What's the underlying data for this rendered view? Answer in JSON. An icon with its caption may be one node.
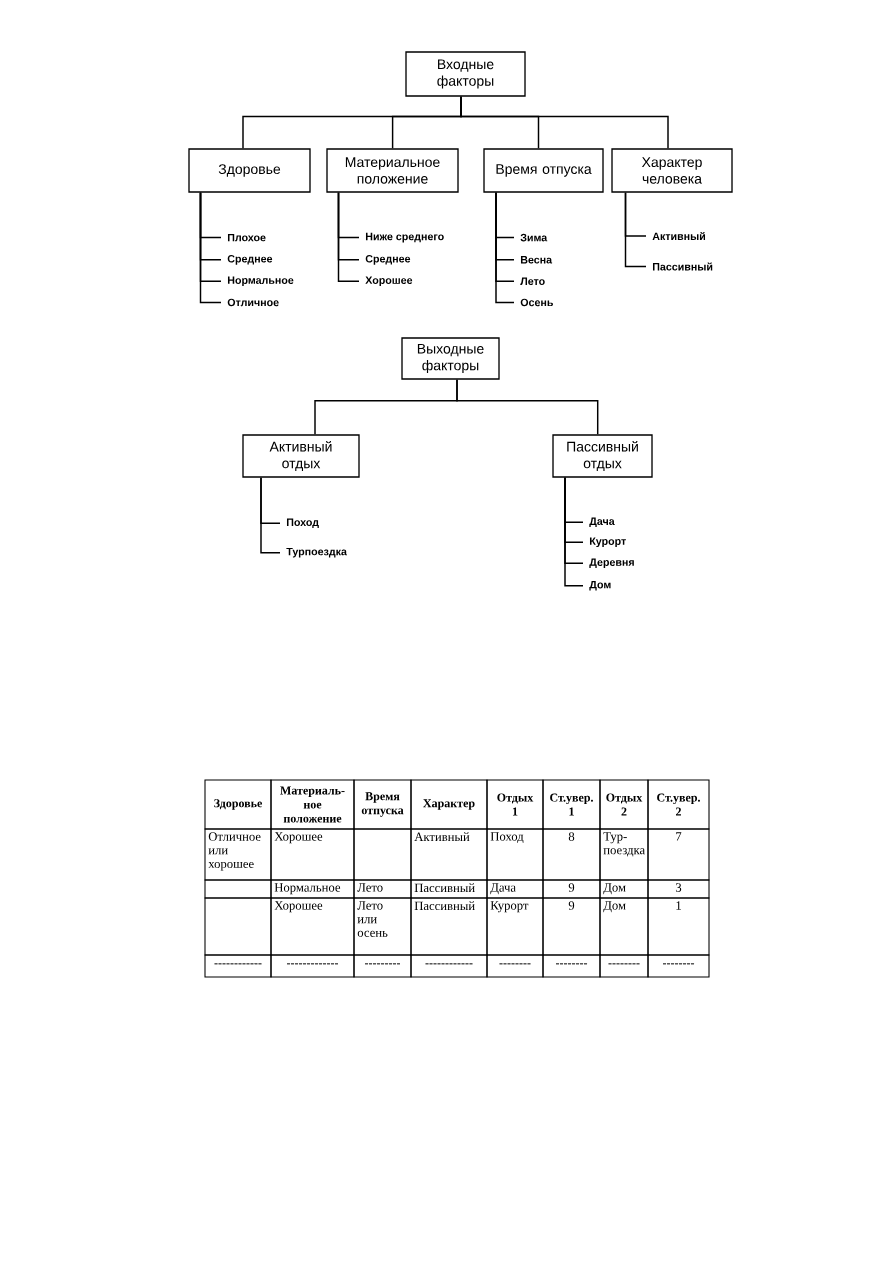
{
  "diagram": {
    "nodes": [
      {
        "text": [
          "Входные факторы"
        ]
      },
      {
        "text": [
          "Здоровье"
        ]
      },
      {
        "text": [
          "Материальное положение"
        ]
      },
      {
        "text": [
          "Время отпуска"
        ]
      },
      {
        "text": [
          "Характер человека"
        ]
      },
      {
        "text": [
          "Плохое"
        ]
      },
      {
        "text": [
          "Среднее"
        ]
      },
      {
        "text": [
          "Нормальное"
        ]
      },
      {
        "text": [
          "Отличное"
        ]
      },
      {
        "text": [
          "Ниже среднего"
        ]
      },
      {
        "text": [
          "Среднее"
        ]
      },
      {
        "text": [
          "Хорошее"
        ]
      },
      {
        "text": [
          "Зима"
        ]
      },
      {
        "text": [
          "Весна"
        ]
      },
      {
        "text": [
          "Лето"
        ]
      },
      {
        "text": [
          "Осень"
        ]
      },
      {
        "text": [
          "Активный"
        ]
      },
      {
        "text": [
          "Пассивный"
        ]
      },
      {
        "text": [
          "Выходные факторы"
        ]
      },
      {
        "text": [
          "Активный отдых"
        ]
      },
      {
        "text": [
          "Пассивный отдых"
        ]
      },
      {
        "text": [
          "Поход"
        ]
      },
      {
        "text": [
          "Турпоездка"
        ]
      },
      {
        "text": [
          "Дача"
        ]
      },
      {
        "text": [
          "Курорт"
        ]
      },
      {
        "text": [
          "Деревня"
        ]
      },
      {
        "text": [
          "Дом"
        ]
      }
    ],
    "edges": [
      {
        "from": 0,
        "to": 1,
        "arrow": "none"
      },
      {
        "from": 0,
        "to": 2,
        "arrow": "none"
      },
      {
        "from": 0,
        "to": 3,
        "arrow": "none"
      },
      {
        "from": 0,
        "to": 4,
        "arrow": "none"
      },
      {
        "from": 1,
        "to": 5,
        "arrow": "none"
      },
      {
        "from": 1,
        "to": 6,
        "arrow": "none"
      },
      {
        "from": 1,
        "to": 7,
        "arrow": "none"
      },
      {
        "from": 1,
        "to": 8,
        "arrow": "none"
      },
      {
        "from": 2,
        "to": 9,
        "arrow": "none"
      },
      {
        "from": 2,
        "to": 10,
        "arrow": "none"
      },
      {
        "from": 2,
        "to": 11,
        "arrow": "none"
      },
      {
        "from": 3,
        "to": 12,
        "arrow": "none"
      },
      {
        "from": 3,
        "to": 13,
        "arrow": "none"
      },
      {
        "from": 3,
        "to": 14,
        "arrow": "none"
      },
      {
        "from": 3,
        "to": 15,
        "arrow": "none"
      },
      {
        "from": 4,
        "to": 16,
        "arrow": "none"
      },
      {
        "from": 4,
        "to": 17,
        "arrow": "none"
      },
      {
        "from": 18,
        "to": 19,
        "arrow": "none"
      },
      {
        "from": 18,
        "to": 20,
        "arrow": "none"
      },
      {
        "from": 19,
        "to": 21,
        "arrow": "none"
      },
      {
        "from": 19,
        "to": 22,
        "arrow": "none"
      },
      {
        "from": 20,
        "to": 23,
        "arrow": "none"
      },
      {
        "from": 20,
        "to": 24,
        "arrow": "none"
      },
      {
        "from": 20,
        "to": 25,
        "arrow": "none"
      },
      {
        "from": 20,
        "to": 26,
        "arrow": "none"
      }
    ],
    "labels": [
      "Здоровье",
      "Материаль- ное положение",
      "Время отпуска",
      "Характер",
      "Отдых 1",
      "Ст.увер. 1",
      "Отдых 2",
      "Ст.увер. 2",
      "Отличное или хорошее",
      "Хорошее",
      "Активный",
      "Поход",
      "8",
      "Тур- поездка",
      "7",
      "Нормальное",
      "Лето",
      "Пассивный",
      "Дача",
      "9",
      "Дом",
      "3",
      "Хорошее",
      "Лето или осень",
      "Пассивный",
      "Курорт",
      "9",
      "Дом",
      "1",
      "------------",
      "-------------",
      "---------",
      "------------",
      "--------",
      "--------",
      "--------",
      "--------"
    ]
  }
}
